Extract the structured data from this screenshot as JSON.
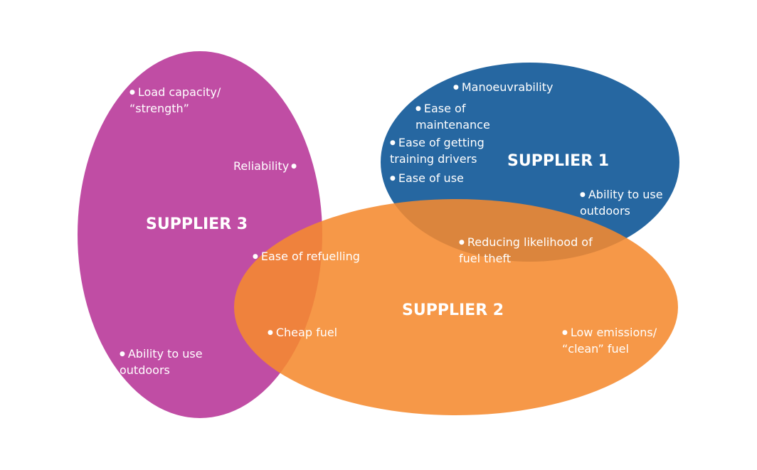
{
  "colors": {
    "supplier_1": "#2667a1",
    "supplier_2": "#f58a2f",
    "supplier_3": "#c04da4",
    "text": "#ffffff",
    "background": "#ffffff"
  },
  "suppliers": {
    "supplier_1": "SUPPLIER 1",
    "supplier_2": "SUPPLIER 2",
    "supplier_3": "SUPPLIER 3"
  },
  "labels": {
    "manoeuvrability": "Manoeuvrability",
    "ease_maintenance": "Ease of\nmaintenance",
    "ease_training": "Ease of getting\ntraining drivers",
    "ease_use": "Ease of use",
    "outdoors_s1": "Ability to use\noutdoors",
    "fuel_theft": "Reducing likelihood of\nfuel theft",
    "load_capacity": "Load capacity/\n“strength”",
    "reliability": "Reliability",
    "refuelling": "Ease of refuelling",
    "cheap_fuel": "Cheap fuel",
    "outdoors_s3": "Ability to use\noutdoors",
    "low_emissions": "Low emissions/\n“clean” fuel"
  }
}
